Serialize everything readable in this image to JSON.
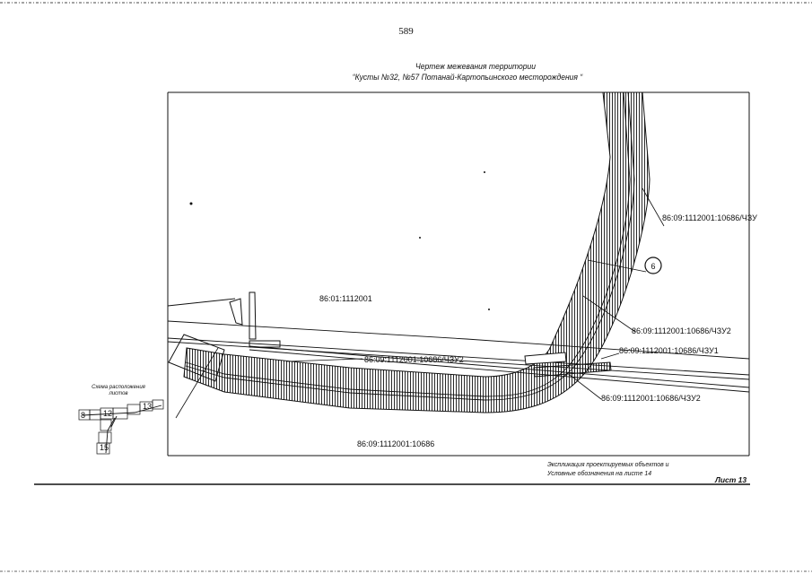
{
  "page": {
    "number": "589"
  },
  "header": {
    "title_line1": "Чертеж межевания территории",
    "title_line2": "“Кусты №32, №57 Потанай-Картопьинского месторождения “"
  },
  "labels": {
    "cadastral_main": "86:01:1112001",
    "parcel_34": "86:09:1112001:10686/ЧЗУ",
    "marker_6": "6",
    "parcel_342_upper": "86:09:1112001:10686/ЧЗУ2",
    "parcel_341": "86:09:1112001:10686/ЧЗУ1",
    "parcel_342_road": "86:09:1112001:10686/ЧЗУ2",
    "parcel_342_lower": "86:09:1112001:10686/ЧЗУ2",
    "parcel_base": "86:09:1112001:10686"
  },
  "inset": {
    "title": "Схема расположения листов",
    "sheet_numbers": [
      "8",
      "12",
      "13",
      "15"
    ]
  },
  "footer": {
    "note_line1": "Экспликация проектируемых объектов и",
    "note_line2": "Условные обозначения на листе 14",
    "sheet": "Лист 13"
  }
}
